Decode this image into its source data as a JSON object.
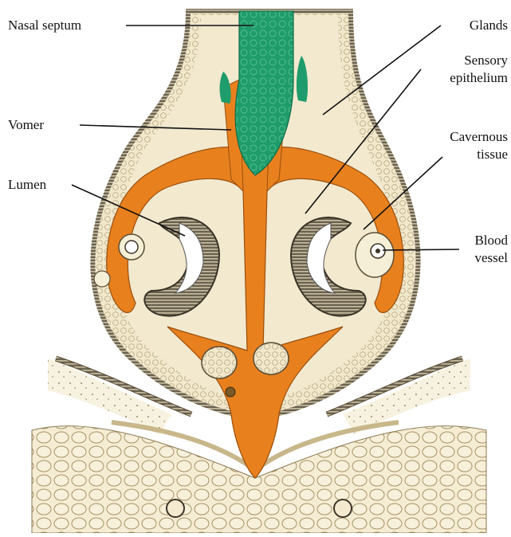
{
  "labels": {
    "nasal_septum": "Nasal septum",
    "vomer": "Vomer",
    "lumen": "Lumen",
    "glands": "Glands",
    "sensory_epithelium": [
      "Sensory",
      "epithelium"
    ],
    "cavernous_tissue": [
      "Cavernous",
      "tissue"
    ],
    "blood_vessel": [
      "Blood",
      "vessel"
    ]
  },
  "colors": {
    "cartilage": "#1a9a6a",
    "bone": "#e8801e",
    "tissue": "#f1e8cc",
    "epithelium_wall": "#8c7a58",
    "sensory_epithelium": "#4a4538",
    "leader_line": "#111111"
  }
}
